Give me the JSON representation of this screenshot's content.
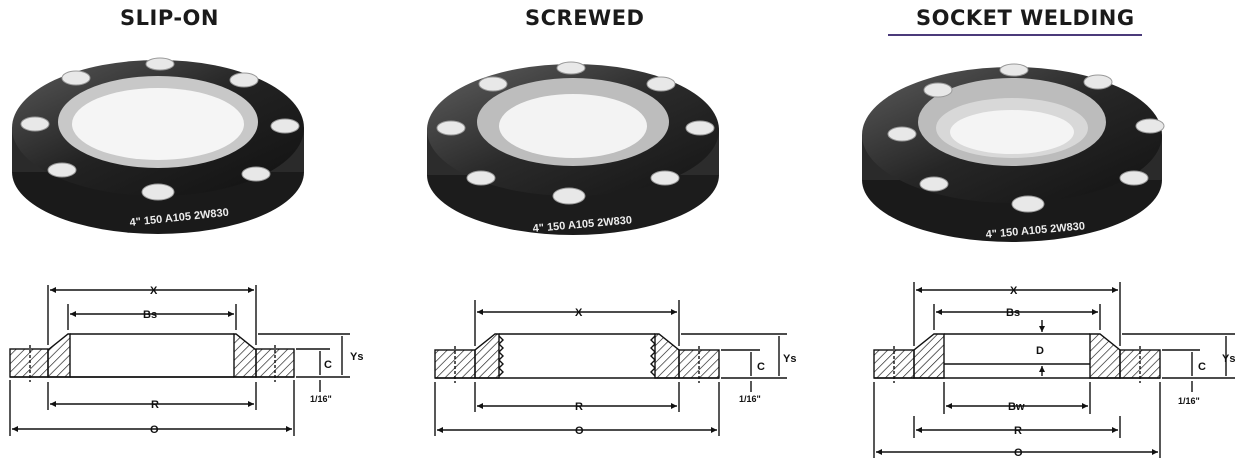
{
  "titles": {
    "slip_on": "SLIP-ON",
    "screwed": "SCREWED",
    "socket_welding": "SOCKET WELDING"
  },
  "flange_stamp": "4\" 150 A105 2W830",
  "dimension_labels": {
    "x": "X",
    "bs": "Bs",
    "ys": "Ys",
    "c": "C",
    "r": "R",
    "o": "O",
    "d": "D",
    "bw": "Bw",
    "raised_face": "1/16\""
  },
  "colors": {
    "ink": "#111111",
    "metal_dark": "#2b2b2b",
    "metal_light": "#d9d9d9",
    "underline": "#4b3a7a"
  }
}
